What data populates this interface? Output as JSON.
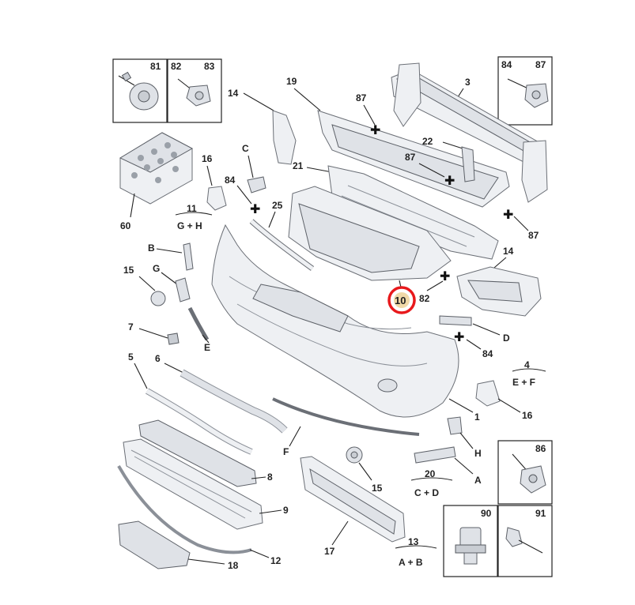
{
  "callouts": {
    "c81": "81",
    "c82": "82",
    "c83": "83",
    "c84a": "84",
    "c87a": "87",
    "c14a": "14",
    "c19": "19",
    "c3": "3",
    "c87b": "87",
    "c22": "22",
    "c87c": "87",
    "c21": "21",
    "cC": "C",
    "c84b": "84",
    "c16a": "16",
    "c60": "60",
    "c11": "11",
    "cGH": "G + H",
    "c25": "25",
    "cB": "B",
    "cG": "G",
    "c15a": "15",
    "c14b": "14",
    "c82b": "82",
    "c87d": "87",
    "c10": "10",
    "c7": "7",
    "cE": "E",
    "cD": "D",
    "c84c": "84",
    "c4": "4",
    "cEF": "E + F",
    "c5": "5",
    "c6": "6",
    "c16b": "16",
    "c1": "1",
    "cH": "H",
    "c86": "86",
    "cF": "F",
    "c8": "8",
    "c20": "20",
    "cCD": "C + D",
    "cA": "A",
    "c15b": "15",
    "c9": "9",
    "c90": "90",
    "c91": "91",
    "c17": "17",
    "c13": "13",
    "cAB": "A + B",
    "c12": "12",
    "c18": "18"
  },
  "highlight": {
    "label": "10",
    "ring_color": "#e8191c",
    "fill_color": "#f0d9a8"
  },
  "colors": {
    "line": "#222222",
    "part_fill": "#eef0f3",
    "part_stroke": "#6b6f76"
  }
}
